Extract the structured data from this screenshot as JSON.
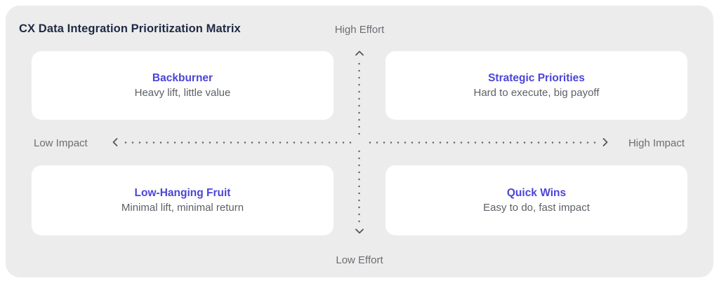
{
  "header": {
    "title": "CX Data Integration Prioritization Matrix"
  },
  "axes": {
    "top_label": "High Effort",
    "bottom_label": "Low Effort",
    "left_label": "Low Impact",
    "right_label": "High Impact"
  },
  "quadrants": [
    {
      "position": "top-left",
      "title": "Backburner",
      "subtitle": "Heavy lift, little value"
    },
    {
      "position": "top-right",
      "title": "Strategic Priorities",
      "subtitle": "Hard to execute, big payoff"
    },
    {
      "position": "bottom-left",
      "title": "Low-Hanging Fruit",
      "subtitle": "Minimal lift, minimal return"
    },
    {
      "position": "bottom-right",
      "title": "Quick Wins",
      "subtitle": "Easy to do, fast impact"
    }
  ],
  "icons": {
    "arrow_up": "chevron-up",
    "arrow_down": "chevron-down",
    "arrow_left": "chevron-left",
    "arrow_right": "chevron-right"
  },
  "colors": {
    "accent_indigo": "#4A45D9",
    "heading_navy": "#1E2A44",
    "axis_label_gray": "#6B6E73",
    "subtitle_gray": "#5C6066",
    "panel_background": "#ECECEC",
    "card_background": "#FFFFFF",
    "dotted_line_gray": "#636363",
    "page_background": "#FFFFFF"
  }
}
